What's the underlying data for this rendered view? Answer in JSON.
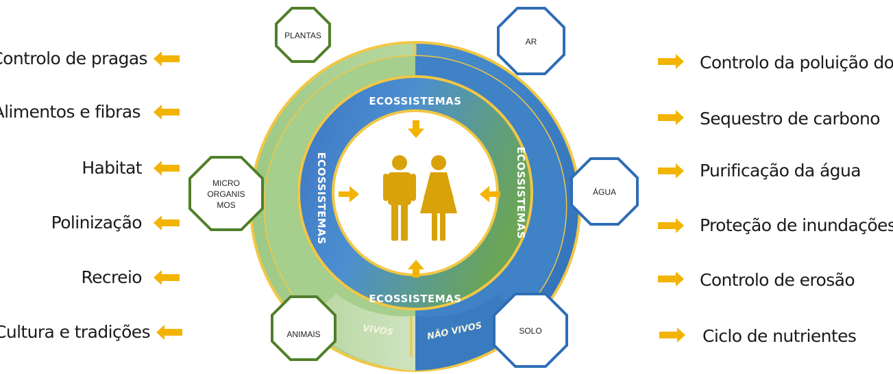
{
  "left_services": [
    "Controlo de pragas",
    "Alimentos e fibras",
    "Habitat",
    "Polinização",
    "Recreio",
    "Cultura e tradições"
  ],
  "right_services": [
    "Controlo da poluição do ar",
    "Sequestro de carbono",
    "Purificação da água",
    "Proteção de inundações",
    "Controlo de erosão",
    "Ciclo de nutrientes"
  ],
  "living_nodes": {
    "plants": "PLANTAS",
    "micro_line1": "MICRO",
    "micro_line2": "ORGANIS",
    "micro_line3": "MOS",
    "animals": "ANIMAIS"
  },
  "nonliving_nodes": {
    "air": "AR",
    "water": "ÁGUA",
    "soil": "SOLO"
  },
  "ring_labels": {
    "top": "ECOSSISTEMAS",
    "bottom": "ECOSSISTEMAS",
    "left": "ECOSSISTEMAS",
    "right": "ECOSSISTEMAS"
  },
  "segments": {
    "living": "VIVOS",
    "nonliving": "NÃO VIVOS"
  },
  "colors": {
    "living_green": "#5b8a2e",
    "outer_green": "#a8cf8e",
    "outer_blue": "#3d7fc3",
    "node_blue": "#2d6db5",
    "gold": "#f2b400",
    "person": "#d9a20a"
  }
}
